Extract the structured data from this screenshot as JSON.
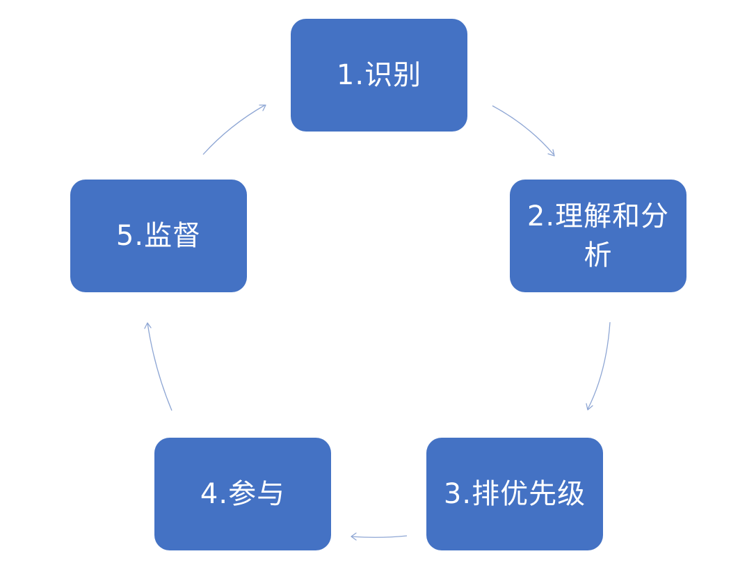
{
  "diagram": {
    "steps": [
      {
        "label": "1.识别"
      },
      {
        "label": "2.理解和分析"
      },
      {
        "label": "3.排优先级"
      },
      {
        "label": "4.参与"
      },
      {
        "label": "5.监督"
      }
    ],
    "colors": {
      "node_fill": "#4472C4",
      "node_text": "#FFFFFF",
      "arrow": "#8EA6D4"
    }
  }
}
